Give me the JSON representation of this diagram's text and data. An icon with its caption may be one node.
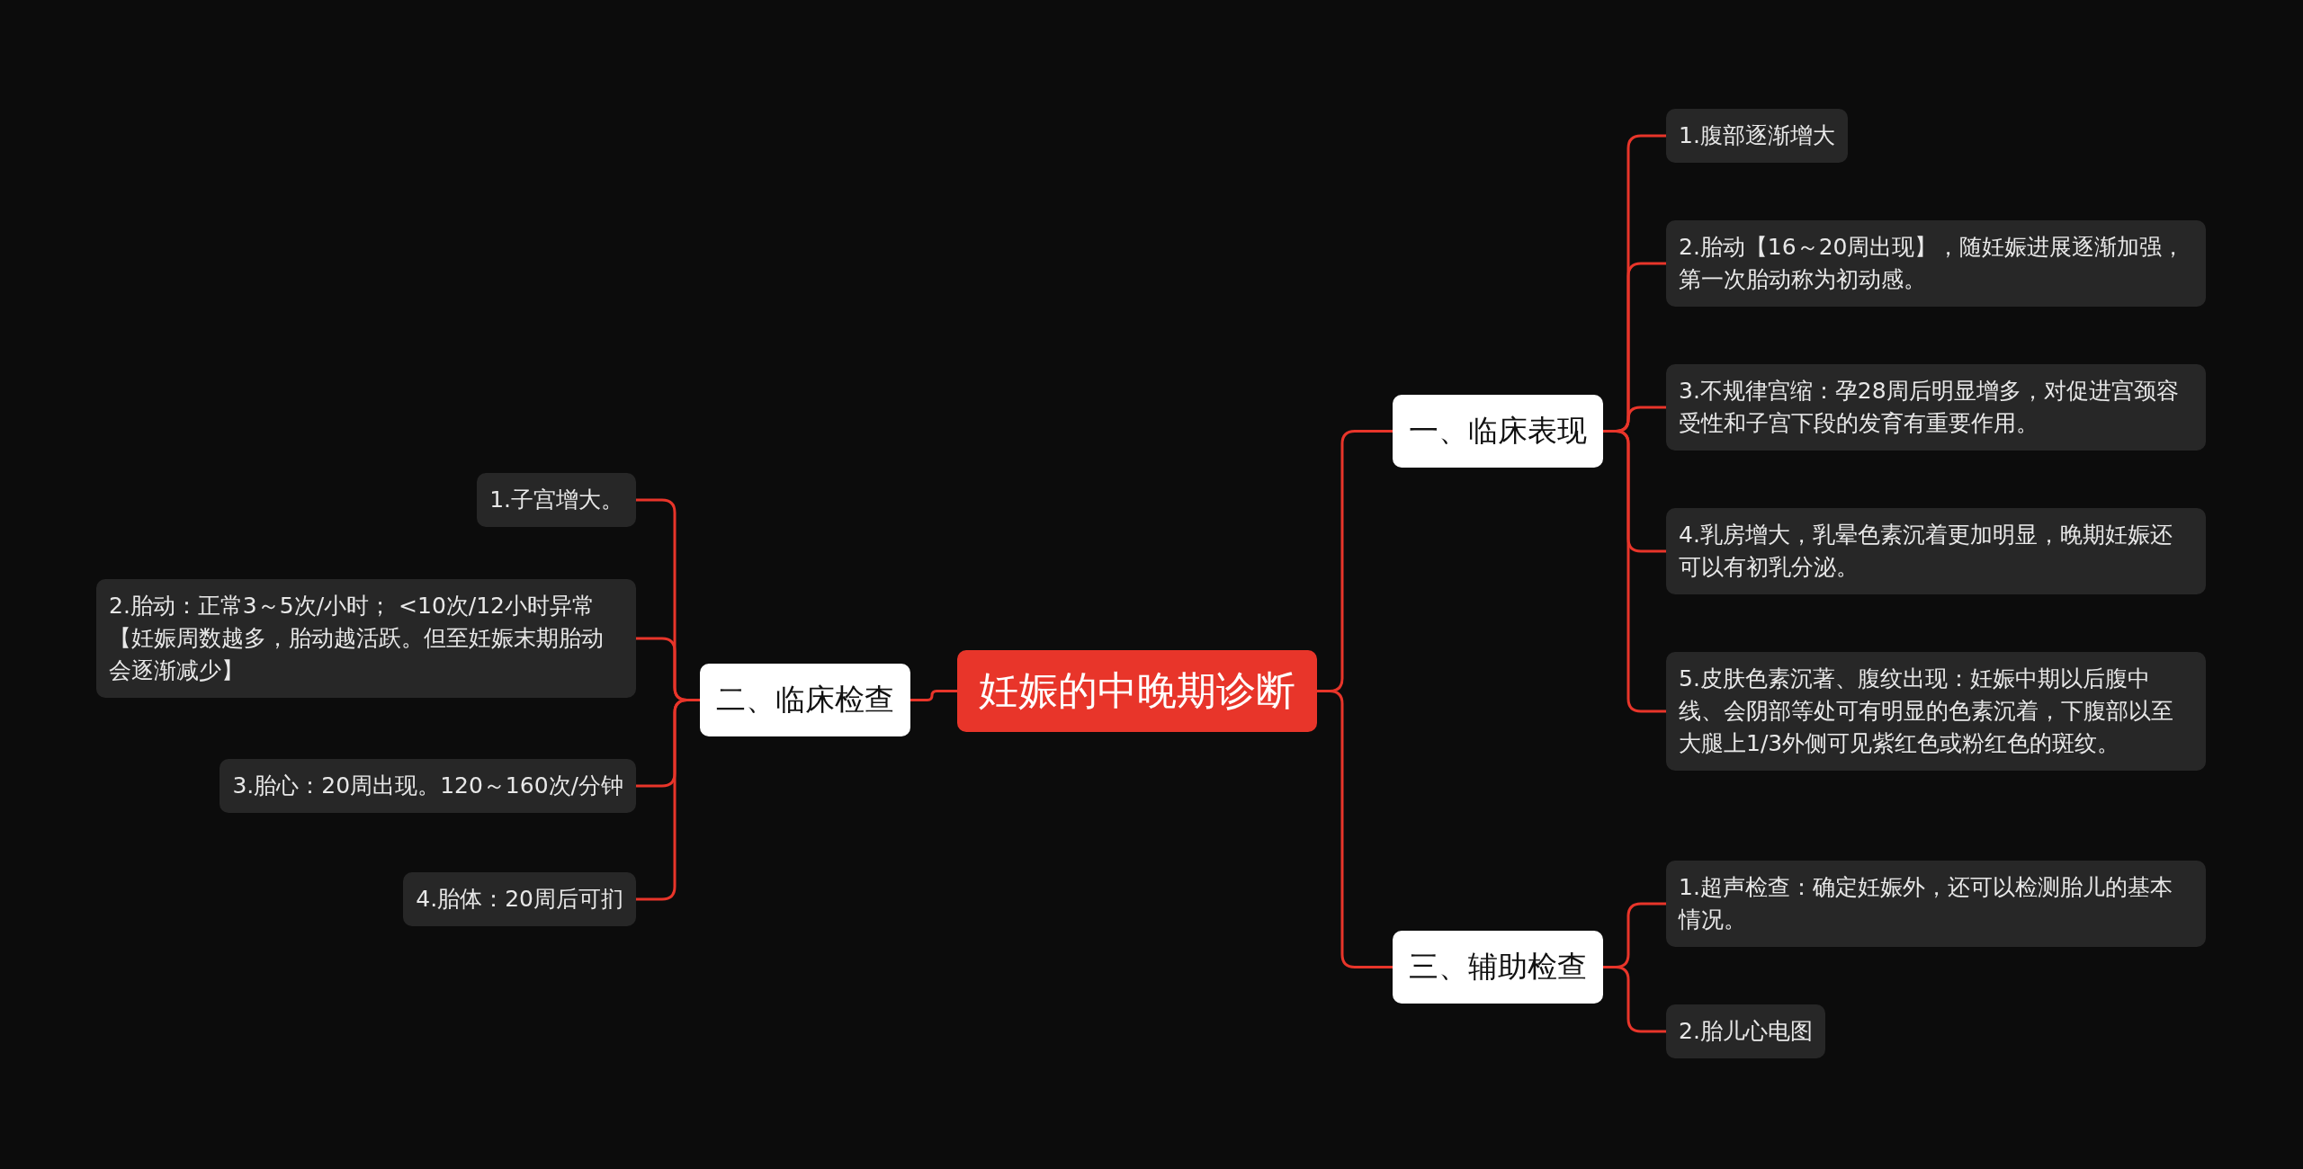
{
  "diagram": {
    "nodes": [
      {
        "text": [
          "妊娠的中晚期诊断"
        ]
      },
      {
        "text": [
          "一、临床表现"
        ]
      },
      {
        "text": [
          "1.腹部逐渐增大"
        ]
      },
      {
        "text": [
          "2.胎动【16～20周出现】，随妊娠进展逐渐加强，第一次胎动称为初动感。"
        ]
      },
      {
        "text": [
          "3.不规律宫缩：孕28周后明显增多，对促进宫颈容受性和子宫下段的发育有重要作用。"
        ]
      },
      {
        "text": [
          "4.乳房增大，乳晕色素沉着更加明显，晚期妊娠还可以有初乳分泌。"
        ]
      },
      {
        "text": [
          "5.皮肤色素沉著、腹纹出现：妊娠中期以后腹中线、会阴部等处可有明显的色素沉着，下腹部以至大腿上1/3外侧可见紫红色或粉红色的斑纹。"
        ]
      },
      {
        "text": [
          "二、临床检查"
        ]
      },
      {
        "text": [
          "1.子宫增大。"
        ]
      },
      {
        "text": [
          "2.胎动：正常3～5次/小时；  <10次/12小时异常【妊娠周数越多，胎动越活跃。但至妊娠末期胎动会逐渐减少】"
        ]
      },
      {
        "text": [
          "3.胎心：20周出现。120～160次/分钟"
        ]
      },
      {
        "text": [
          "4.胎体：20周后可扪"
        ]
      },
      {
        "text": [
          "三、辅助检查"
        ]
      },
      {
        "text": [
          "1.超声检查：确定妊娠外，还可以检测胎儿的基本情况。"
        ]
      },
      {
        "text": [
          "2.胎儿心电图"
        ]
      }
    ],
    "edges": [
      {
        "from": 0,
        "to": 1,
        "arrow": "none"
      },
      {
        "from": 1,
        "to": 2,
        "arrow": "none"
      },
      {
        "from": 1,
        "to": 3,
        "arrow": "none"
      },
      {
        "from": 1,
        "to": 4,
        "arrow": "none"
      },
      {
        "from": 1,
        "to": 5,
        "arrow": "none"
      },
      {
        "from": 1,
        "to": 6,
        "arrow": "none"
      },
      {
        "from": 0,
        "to": 7,
        "arrow": "none"
      },
      {
        "from": 7,
        "to": 8,
        "arrow": "none"
      },
      {
        "from": 7,
        "to": 9,
        "arrow": "none"
      },
      {
        "from": 7,
        "to": 10,
        "arrow": "none"
      },
      {
        "from": 7,
        "to": 11,
        "arrow": "none"
      },
      {
        "from": 0,
        "to": 12,
        "arrow": "none"
      },
      {
        "from": 12,
        "to": 13,
        "arrow": "none"
      },
      {
        "from": 12,
        "to": 14,
        "arrow": "none"
      }
    ]
  }
}
